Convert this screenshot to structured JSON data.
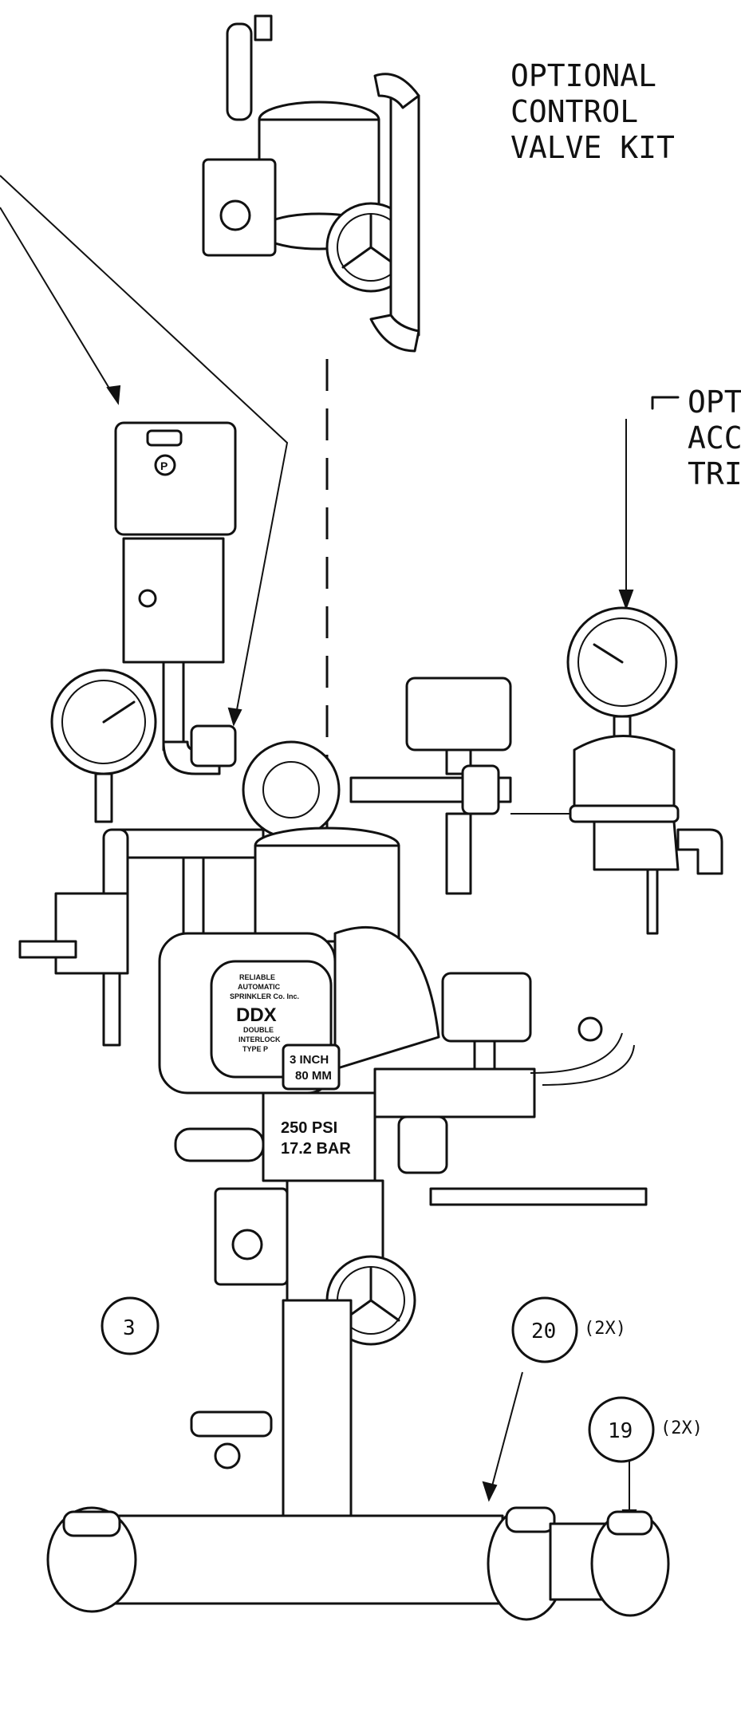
{
  "labels": {
    "optional_control_valve_kit": [
      "OPTIONAL",
      "CONTROL",
      "VALVE KIT"
    ],
    "optional_accelerator_trim_partial": [
      "OPT",
      "ACC",
      "TRI"
    ]
  },
  "callouts": {
    "item_3": {
      "number": "3"
    },
    "item_20": {
      "number": "20",
      "qty": "(2X)"
    },
    "item_19": {
      "number": "19",
      "qty": "(2X)"
    }
  },
  "valve_nameplate": {
    "lines": [
      "RELIABLE",
      "AUTOMATIC",
      "SPRINKLER Co. Inc."
    ],
    "model": "DDX",
    "sub_lines": [
      "DOUBLE",
      "INTERLOCK",
      "TYPE P"
    ],
    "size": [
      "3 INCH",
      "80 MM"
    ],
    "rating": [
      "250 PSI",
      "17.2 BAR"
    ]
  }
}
